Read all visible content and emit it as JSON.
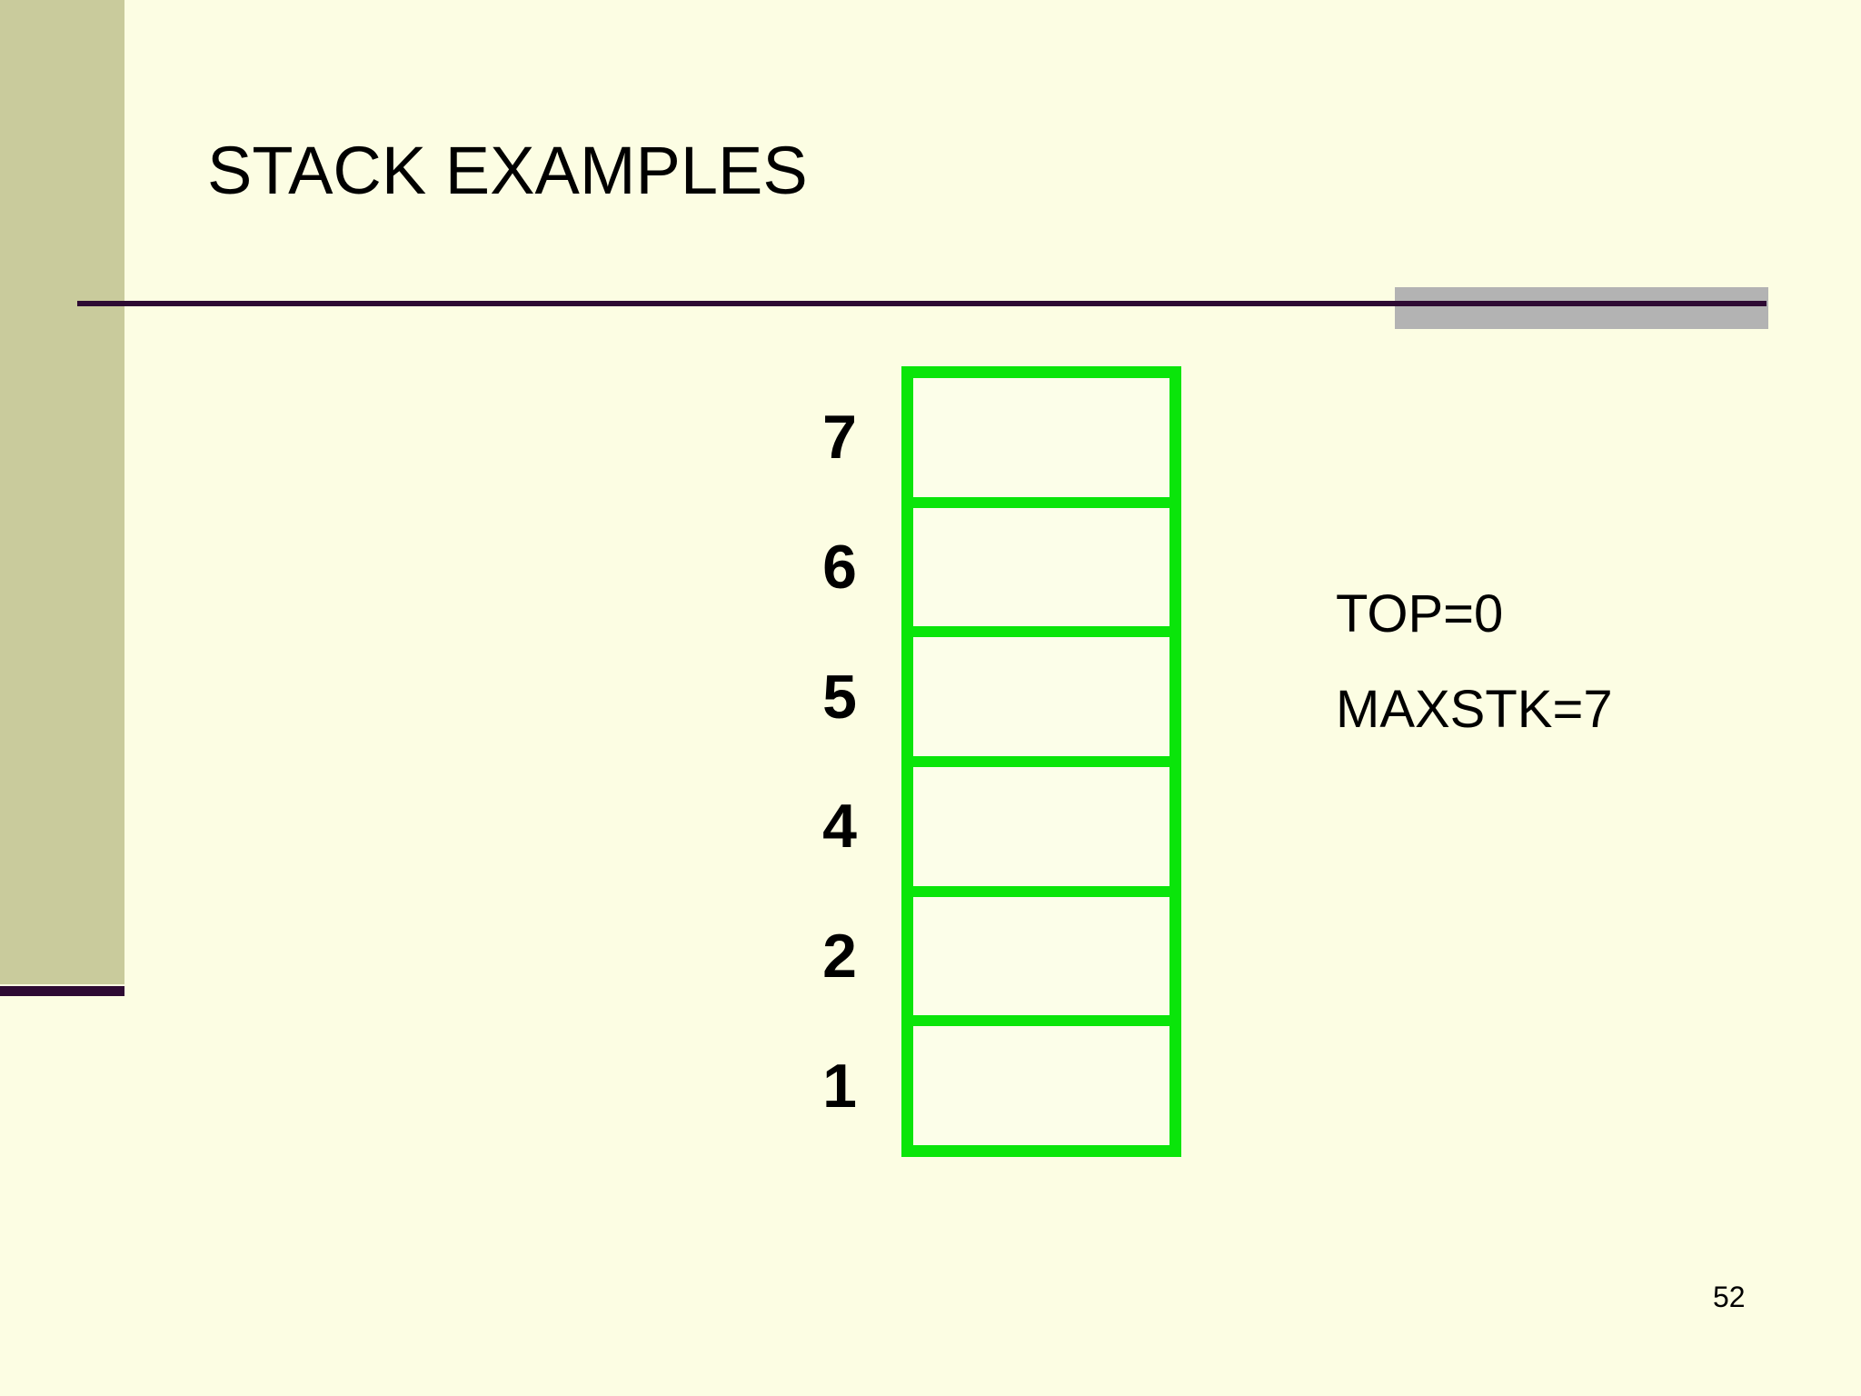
{
  "slide": {
    "title": "STACK EXAMPLES",
    "page_number": "52"
  },
  "stack": {
    "labels": [
      "7",
      "6",
      "5",
      "4",
      "2",
      "1"
    ],
    "cells": [
      "",
      "",
      "",
      "",
      "",
      ""
    ],
    "annotations": {
      "top": "TOP=0",
      "maxstk": "MAXSTK=7"
    }
  },
  "colors": {
    "background": "#FCFDE3",
    "sidebar": "#C9CB9C",
    "accent_line": "#2E0A33",
    "stack_border": "#0AE50A",
    "cell_fill": "#FCFEE9",
    "gray_accent": "#B3B3B3",
    "text": "#000000"
  }
}
